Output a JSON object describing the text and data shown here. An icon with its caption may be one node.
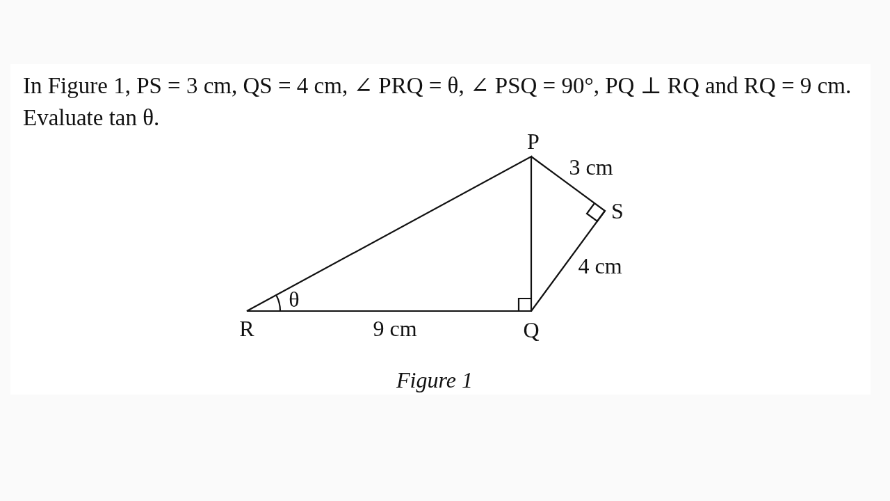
{
  "diagram": {
    "title": "In Figure 1, PS = 3 cm, QS = 4 cm, ∠ PRQ = θ, ∠ PSQ = 90°, PQ ⊥ RQ and RQ = 9 cm. Evaluate tan θ.",
    "caption": "Figure 1",
    "labels": [
      "P",
      "3 cm",
      "S",
      "4 cm",
      "θ",
      "R",
      "9 cm",
      "Q"
    ]
  }
}
